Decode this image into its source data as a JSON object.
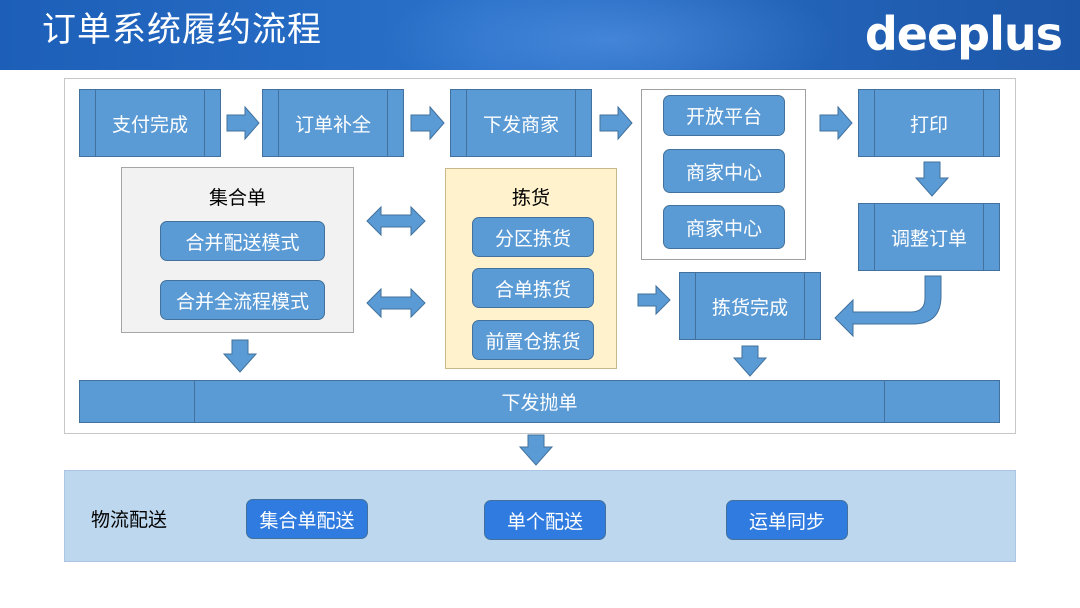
{
  "header": {
    "title": "订单系统履约流程",
    "logo": "deeplus"
  },
  "flow": {
    "pay_complete": "支付完成",
    "order_complete": "订单补全",
    "dispatch_merchant": "下发商家",
    "platforms": [
      "开放平台",
      "商家中心",
      "商家中心"
    ],
    "print": "打印",
    "adjust_order": "调整订单",
    "pick_complete": "拣货完成",
    "dispatch_throw": "下发抛单"
  },
  "collection": {
    "title": "集合单",
    "items": [
      "合并配送模式",
      "合并全流程模式"
    ]
  },
  "picking": {
    "title": "拣货",
    "items": [
      "分区拣货",
      "合单拣货",
      "前置仓拣货"
    ]
  },
  "logistics": {
    "label": "物流配送",
    "items": [
      "集合单配送",
      "单个配送",
      "运单同步"
    ]
  },
  "colors": {
    "header_blue": "#2a71c9",
    "box_blue": "#5b9bd5",
    "box_border": "#41719c",
    "logistics_bg": "#bdd7ee",
    "logistics_pill": "#2f7be0",
    "picking_bg": "#fff2cc",
    "collection_bg": "#f2f2f2"
  }
}
